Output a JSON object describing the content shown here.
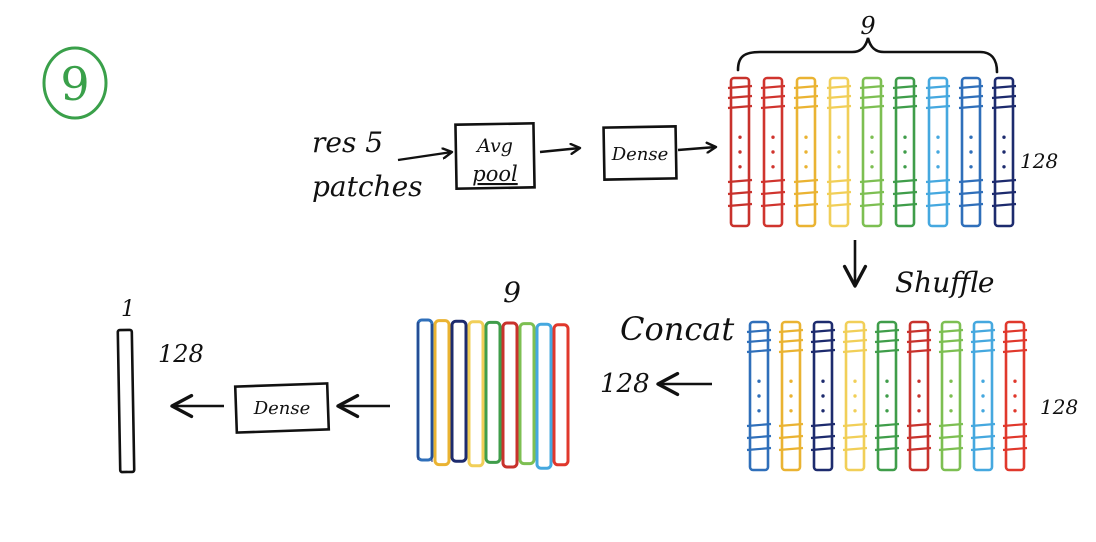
{
  "step_label": "9",
  "input": {
    "line1": "res 5",
    "line2": "patches"
  },
  "avg_pool": {
    "line1": "Avg",
    "line2": "pool"
  },
  "dense_top": "Dense",
  "dense_bottom": "Dense",
  "top_block": {
    "count_label": "9",
    "size_label": "128"
  },
  "shuffle_label": "Shuffle",
  "shuffled_block": {
    "size_label": "128"
  },
  "concat": {
    "label": "Concat",
    "size_label": "128",
    "count_label": "9"
  },
  "output": {
    "width_label": "1",
    "size_label": "128"
  },
  "colors": {
    "ink": "#111111",
    "step_circle": "#3aa04a",
    "top_columns": [
      "#c8322c",
      "#d0342e",
      "#eab332",
      "#f1cf58",
      "#7dbf52",
      "#3f9d4a",
      "#45a8df",
      "#2f6fba",
      "#1d2b6e"
    ],
    "shuffled_columns": [
      "#2f6fba",
      "#eab332",
      "#1d2b6e",
      "#f1cf58",
      "#3f9d4a",
      "#c8322c",
      "#7dbf52",
      "#45a8df",
      "#e0382c"
    ],
    "concat_strips": [
      "#2f6fba",
      "#eab332",
      "#1d2b6e",
      "#f1cf58",
      "#3f9d4a",
      "#c8322c",
      "#7dbf52",
      "#45a8df",
      "#e0382c"
    ]
  }
}
